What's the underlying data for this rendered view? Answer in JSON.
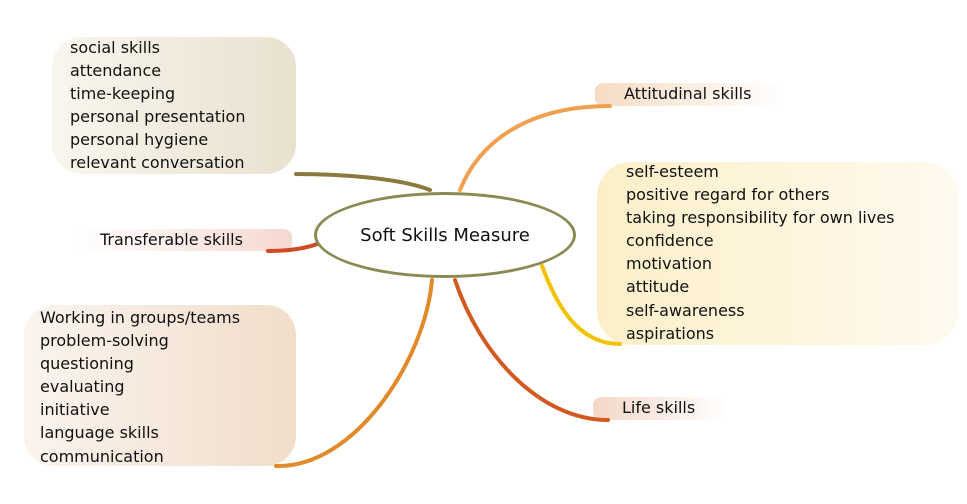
{
  "center": {
    "label": "Soft Skills Measure"
  },
  "branches": {
    "social": {
      "items": [
        "social skills",
        "attendance",
        "time-keeping",
        "personal presentation",
        "personal hygiene",
        "relevant conversation"
      ]
    },
    "transferable": {
      "label": "Transferable skills"
    },
    "working": {
      "items": [
        "Working in groups/teams",
        "problem-solving",
        "questioning",
        "evaluating",
        "initiative",
        "language skills",
        "communication"
      ]
    },
    "attitudinal": {
      "label": "Attitudinal skills"
    },
    "self": {
      "items": [
        "self-esteem",
        "positive regard for others",
        "taking responsibility for own lives",
        "confidence",
        "motivation",
        "attitude",
        "self-awareness",
        "aspirations"
      ]
    },
    "life": {
      "label": "Life skills"
    }
  },
  "colors": {
    "center_border": "#8a8a55",
    "social_curve": "#8a7a40",
    "transferable_curve": "#d24a24",
    "working_curve": "#e08a2a",
    "attitudinal_curve": "#f0a050",
    "self_curve": "#f2c200",
    "life_curve": "#d25a20"
  }
}
